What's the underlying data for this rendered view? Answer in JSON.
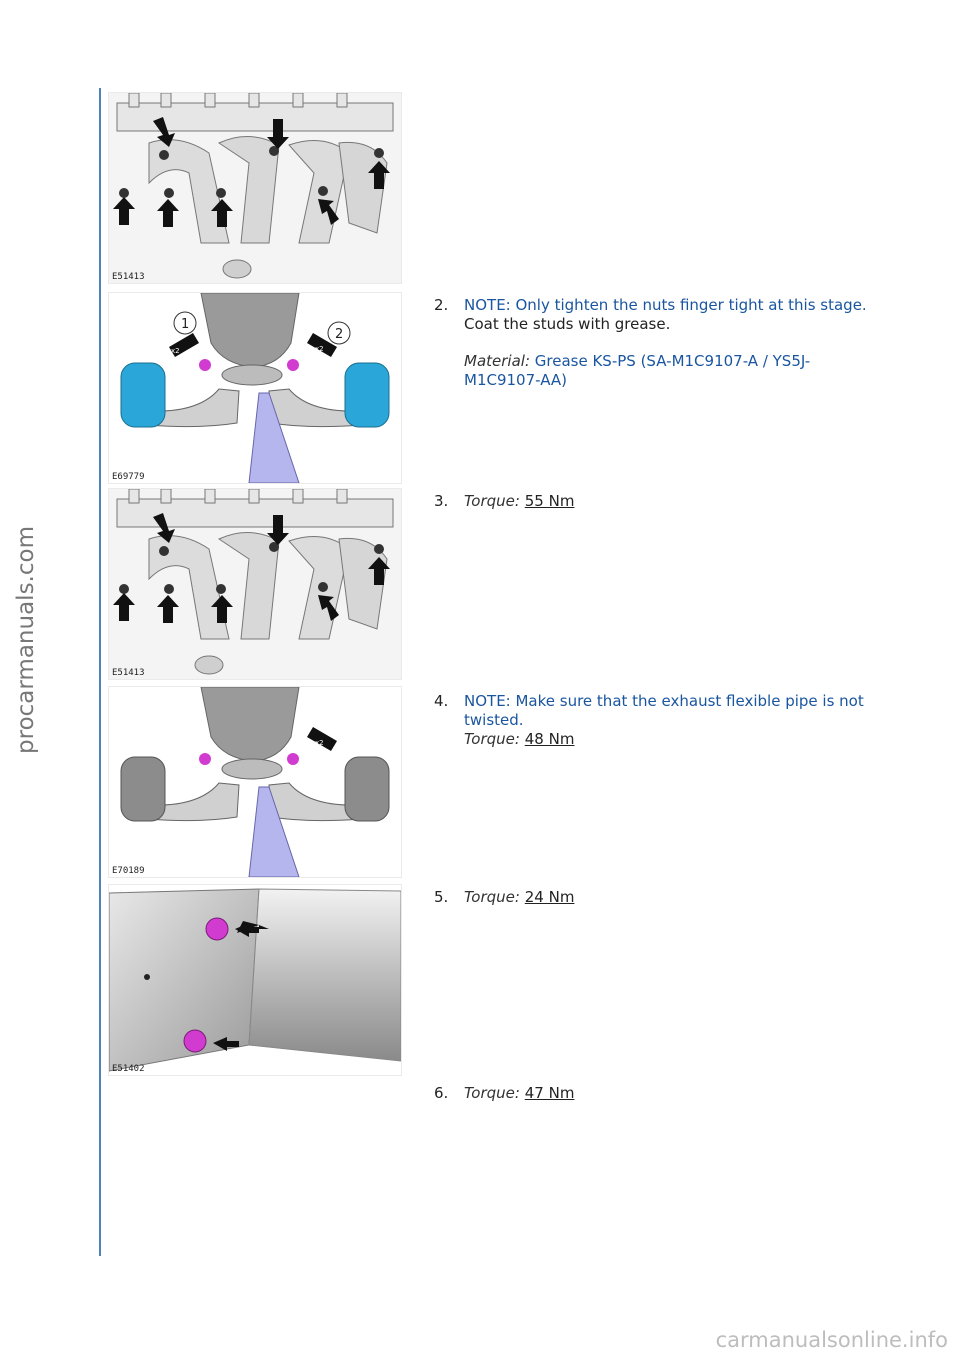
{
  "watermark_side": "procarmanuals.com",
  "watermark_footer": "carmanualsonline.info",
  "figures": [
    {
      "code": "E51413"
    },
    {
      "code": "E69779",
      "callouts": [
        "1",
        "2"
      ],
      "multipliers": [
        "x2",
        "x2"
      ]
    },
    {
      "code": "E51413"
    },
    {
      "code": "E70189",
      "multipliers": [
        "x2"
      ]
    },
    {
      "code": "E51402"
    }
  ],
  "steps": [
    {
      "num": "2.",
      "note": "NOTE: Only tighten the nuts finger tight at this stage.",
      "text": "Coat the studs with grease.",
      "material_label": "Material:",
      "material_value": "Grease KS-PS (SA-M1C9107-A / YS5J-M1C9107-AA)"
    },
    {
      "num": "3.",
      "torque_label": "Torque:",
      "torque_value": "55 Nm"
    },
    {
      "num": "4.",
      "note": "NOTE: Make sure that the exhaust flexible pipe is not twisted.",
      "torque_label": "Torque:",
      "torque_value": "48 Nm"
    },
    {
      "num": "5.",
      "torque_label": "Torque:",
      "torque_value": "24 Nm"
    },
    {
      "num": "6.",
      "torque_label": "Torque:",
      "torque_value": "47 Nm"
    }
  ],
  "colors": {
    "rule": "#4f81bd",
    "note": "#1a56a0",
    "highlight_cyan": "#2aa7d8",
    "bolt_magenta": "#d23bd0"
  }
}
